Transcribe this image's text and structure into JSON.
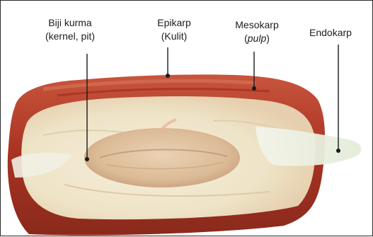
{
  "labels": {
    "kernel": {
      "line1": "Biji kurma",
      "line2": "(kernel, pit)"
    },
    "epikarp": {
      "line1": "Epikarp",
      "line2": "(Kulit)"
    },
    "mesokarp": {
      "line1": "Mesokarp",
      "line2_open": "(",
      "line2_italic": "pulp",
      "line2_close": ")"
    },
    "endokarp": {
      "line1": "Endokarp"
    }
  },
  "colors": {
    "epicarp_red": "#b53a24",
    "mesocarp_cream": "#efe5cf",
    "endocarp_white": "#eef1e4",
    "kernel_tan": "#d8b592",
    "background": "#ffffff",
    "label_text": "#1c1c1c"
  }
}
